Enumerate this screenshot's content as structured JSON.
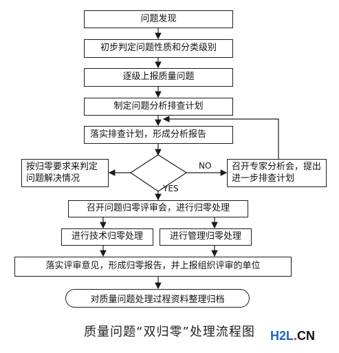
{
  "nodes": {
    "discover": "问题发现",
    "prelim": "初步判定问题性质和分类级别",
    "report": "逐级上报质量问题",
    "plan": "制定问题分析排查计划",
    "implement": "落实排查计划，形成分析报告",
    "decision_yes": "YES",
    "decision_no": "NO",
    "left_box": "按归零要求来判定问题解决情况",
    "right_box": "召开专家分析会，提出进一步排查计划",
    "review": "召开问题归零评审会，进行归零处理",
    "tech": "进行技术归零处理",
    "mgmt": "进行管理归零处理",
    "final": "落实评审意见，形成归零报告，并上报组织评审的单位",
    "archive": "对质量问题处理过程资料整理归档"
  },
  "caption": "质量问题“双归零”处理流程图",
  "watermark": {
    "h2l": "H2L",
    "dot": ".",
    "cn": "CN",
    "color_h2l": "#1e63c4",
    "color_cn": "#111111",
    "color_dot": "#d62020"
  }
}
